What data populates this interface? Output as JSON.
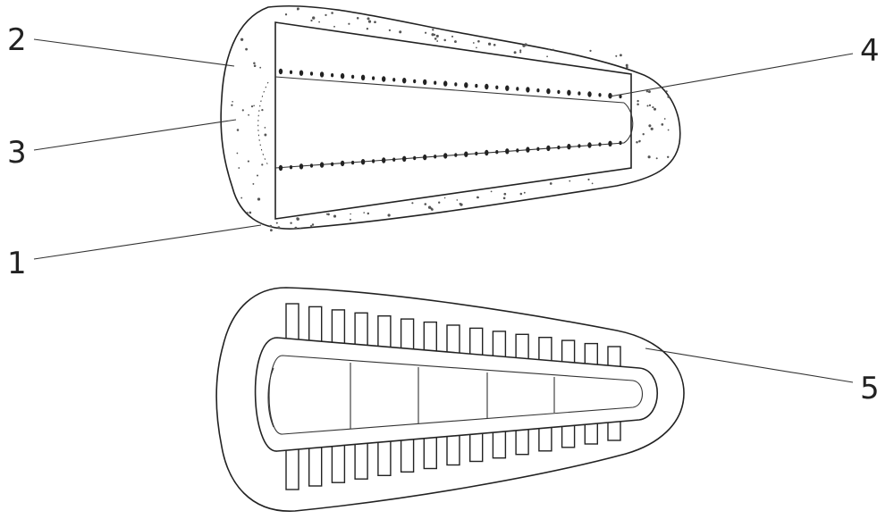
{
  "labels": {
    "l1": "1",
    "l2": "2",
    "l3": "3",
    "l4": "4",
    "l5": "5"
  },
  "colors": {
    "stroke": "#222222",
    "background": "#ffffff"
  }
}
